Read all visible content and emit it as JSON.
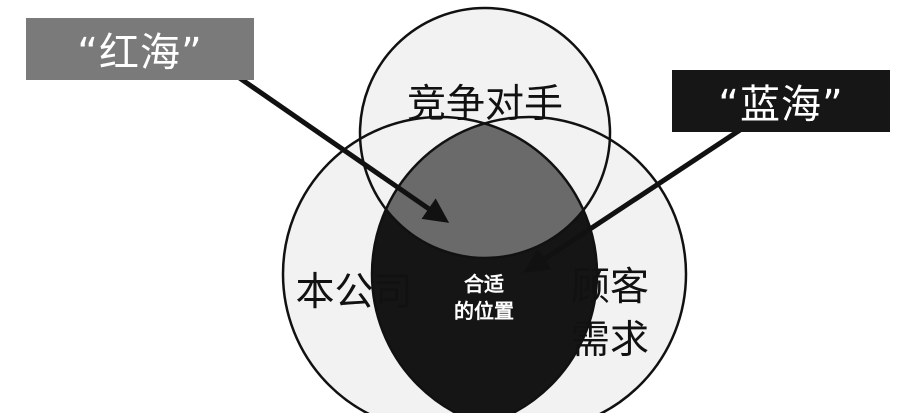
{
  "labels": {
    "red_ocean": "“红海”",
    "blue_ocean": "“蓝海”",
    "competitor": "竞争对手",
    "company": "本公司",
    "customer_line1": "顾客",
    "customer_line2": "需求",
    "fit_line1": "合适",
    "fit_line2": "的位置"
  },
  "colors": {
    "circle_fill": "#f2f2f2",
    "circle_stroke": "#111111",
    "red_lens": "#6a6a6a",
    "fit_region": "#151515",
    "red_box": "#7a7a7a",
    "blue_box": "#161616",
    "text": "#111111"
  }
}
